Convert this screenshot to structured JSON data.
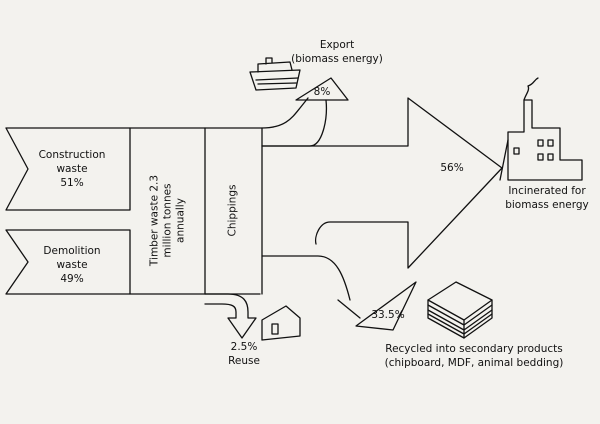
{
  "diagram": {
    "sources": [
      {
        "label": "Construction waste",
        "share": "51%"
      },
      {
        "label": "Demolition waste",
        "share": "49%"
      }
    ],
    "total_label": "Timber waste 2.3 million tonnes annually",
    "process_label": "Chippings",
    "flows": [
      {
        "label": "Export\n(biomass energy)",
        "share": "8%"
      },
      {
        "label": "Incinerated for\nbiomass energy",
        "share": "56%"
      },
      {
        "label": "Recycled into secondary products\n(chipboard, MDF, animal bedding)",
        "share": "33.5%"
      },
      {
        "label": "Reuse",
        "share": "2.5%"
      }
    ]
  }
}
